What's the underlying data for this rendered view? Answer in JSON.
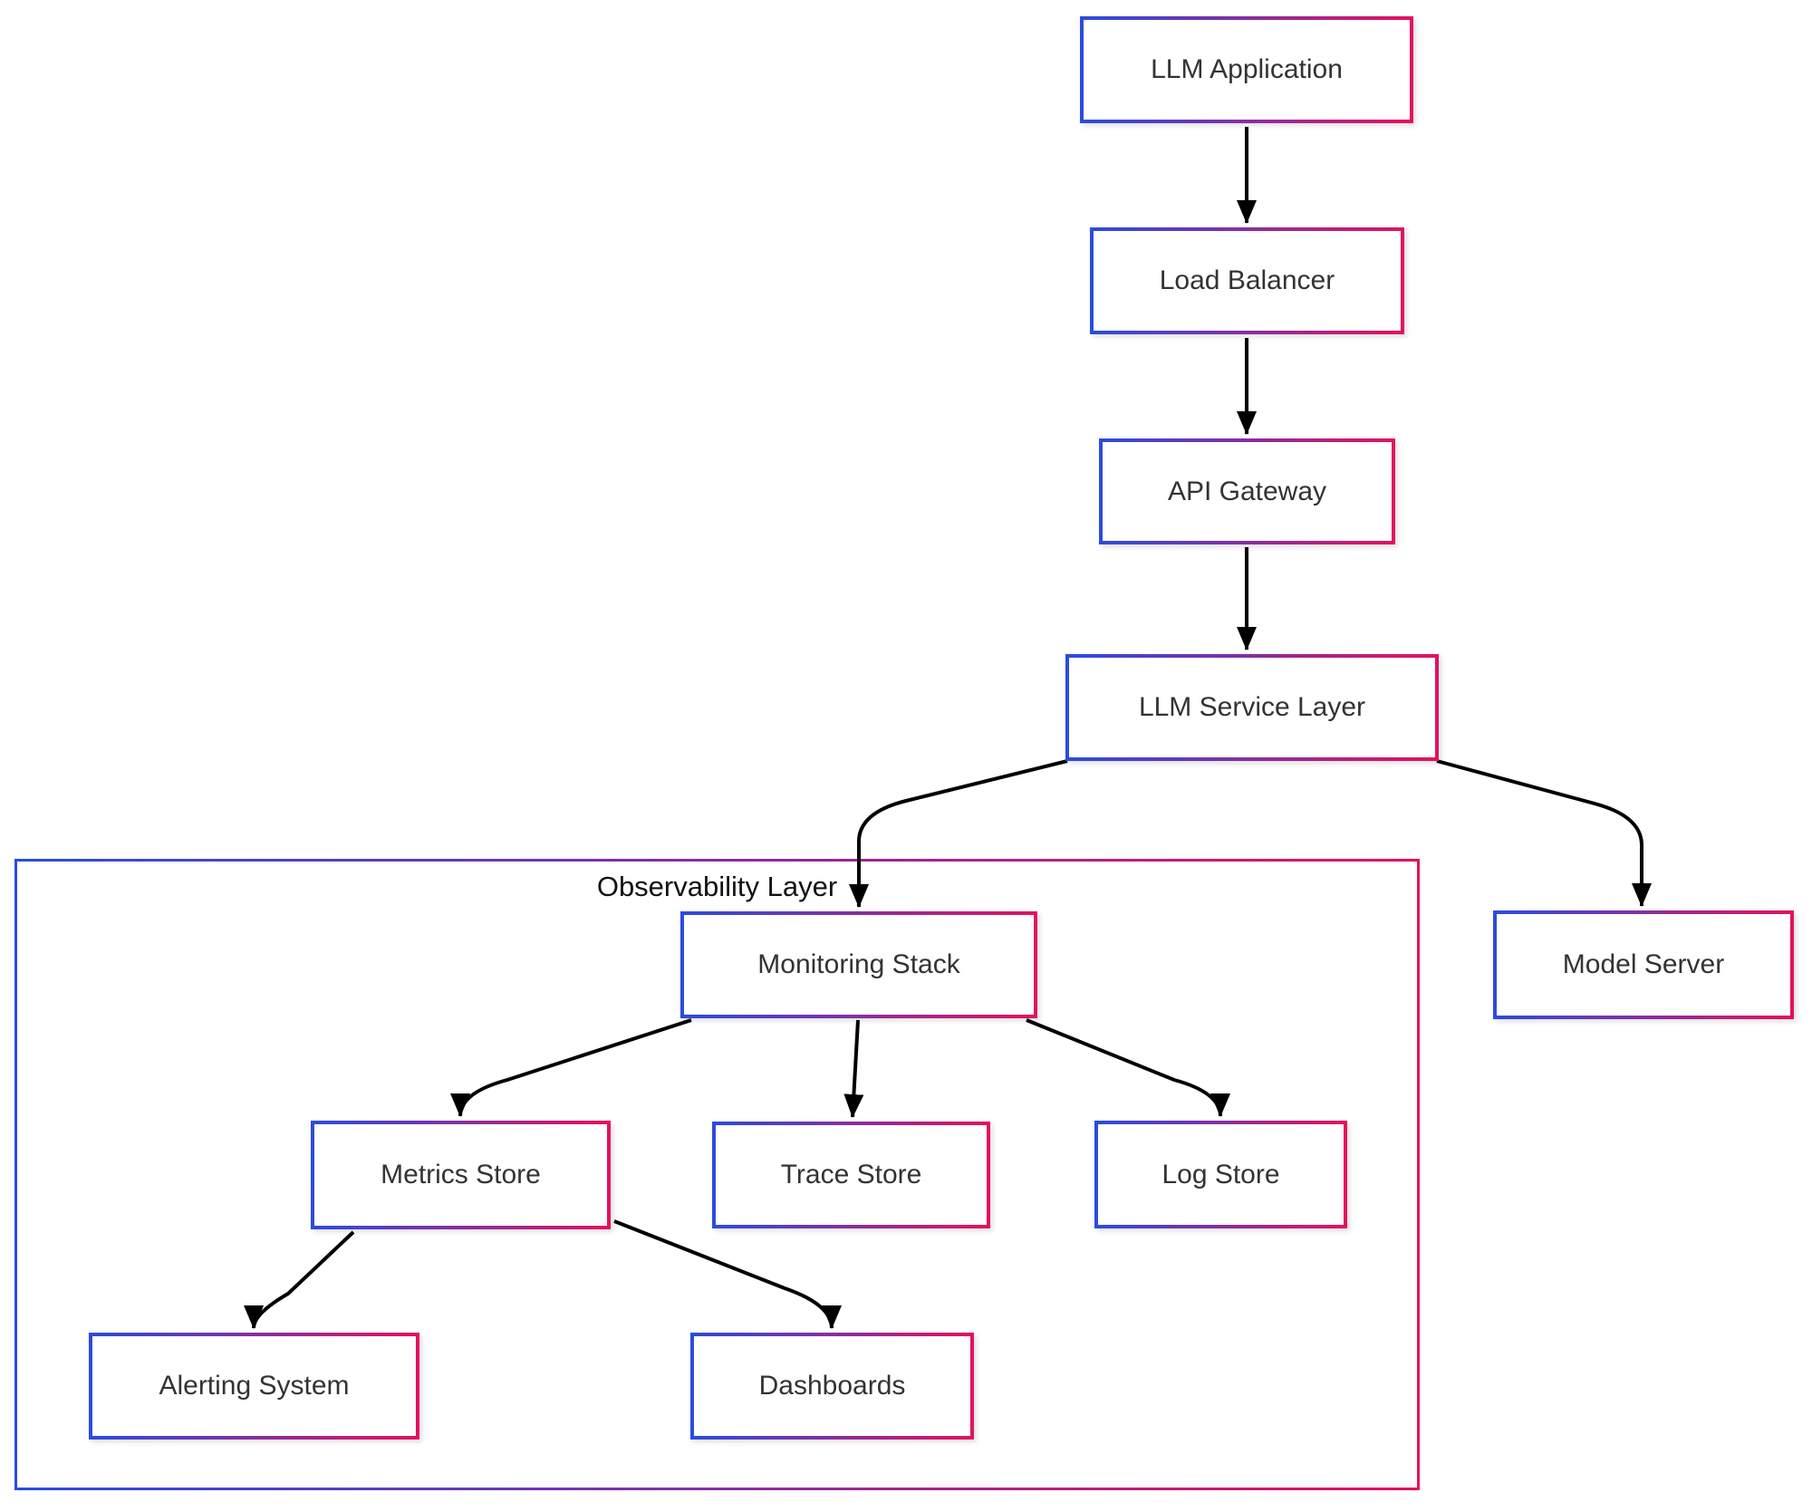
{
  "diagram": {
    "cluster": {
      "label": "Observability Layer"
    },
    "nodes": {
      "llm_application": {
        "label": "LLM Application"
      },
      "load_balancer": {
        "label": "Load Balancer"
      },
      "api_gateway": {
        "label": "API Gateway"
      },
      "llm_service_layer": {
        "label": "LLM Service Layer"
      },
      "model_server": {
        "label": "Model Server"
      },
      "monitoring_stack": {
        "label": "Monitoring Stack"
      },
      "metrics_store": {
        "label": "Metrics Store"
      },
      "trace_store": {
        "label": "Trace Store"
      },
      "log_store": {
        "label": "Log Store"
      },
      "alerting_system": {
        "label": "Alerting System"
      },
      "dashboards": {
        "label": "Dashboards"
      }
    },
    "edges": [
      {
        "from": "LLM Application",
        "to": "Load Balancer"
      },
      {
        "from": "Load Balancer",
        "to": "API Gateway"
      },
      {
        "from": "API Gateway",
        "to": "LLM Service Layer"
      },
      {
        "from": "LLM Service Layer",
        "to": "Monitoring Stack"
      },
      {
        "from": "LLM Service Layer",
        "to": "Model Server"
      },
      {
        "from": "Monitoring Stack",
        "to": "Metrics Store"
      },
      {
        "from": "Monitoring Stack",
        "to": "Trace Store"
      },
      {
        "from": "Monitoring Stack",
        "to": "Log Store"
      },
      {
        "from": "Metrics Store",
        "to": "Alerting System"
      },
      {
        "from": "Metrics Store",
        "to": "Dashboards"
      }
    ],
    "colors": {
      "border_gradient_start": "#2a4ce0",
      "border_gradient_end": "#e5105f",
      "node_fill": "#ffffff",
      "node_text": "#333333",
      "cluster_text": "#111111",
      "arrow": "#000000"
    }
  }
}
